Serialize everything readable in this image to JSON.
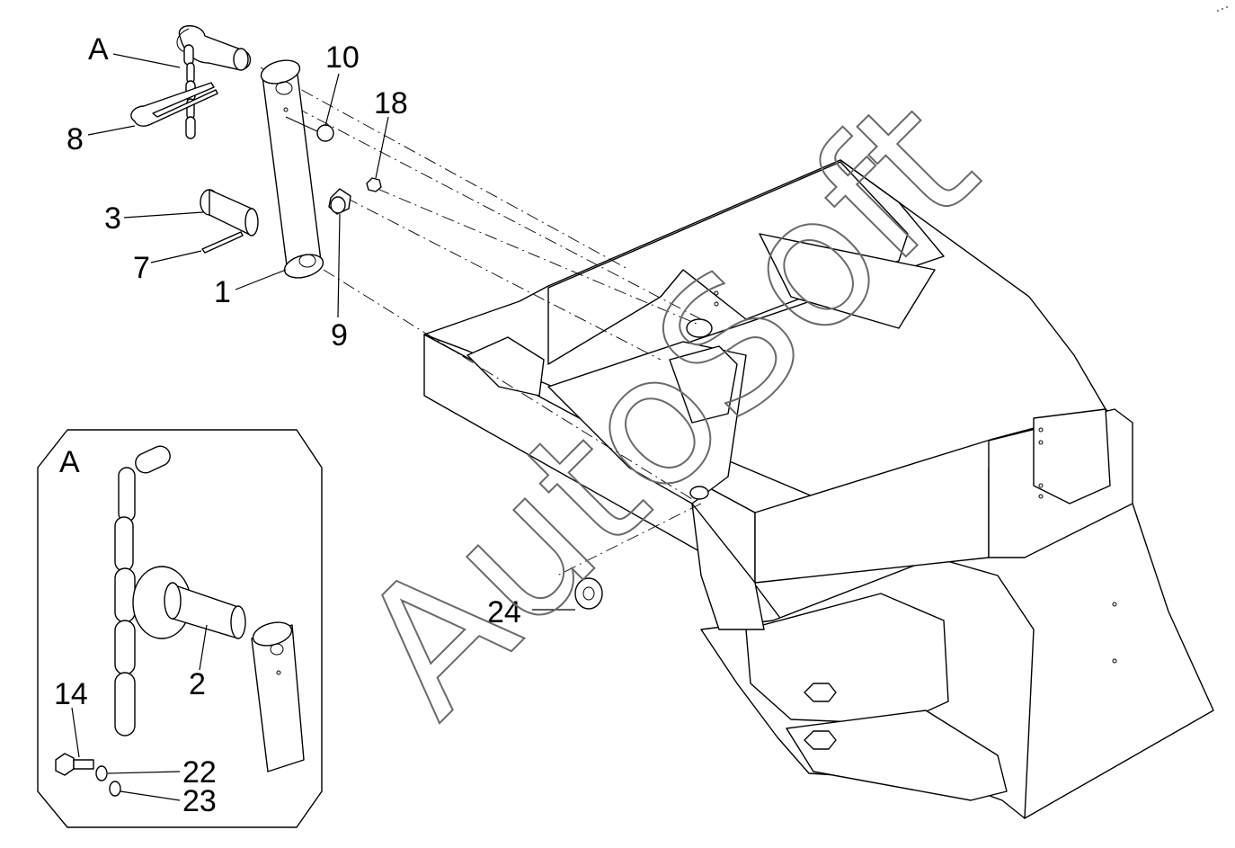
{
  "watermark": "AutoSoft",
  "callouts": {
    "c1": "1",
    "c2": "2",
    "c3": "3",
    "c7": "7",
    "c8": "8",
    "c9": "9",
    "c10": "10",
    "c14": "14",
    "c18": "18",
    "c22": "22",
    "c23": "23",
    "c24": "24"
  },
  "detail_ref": "A",
  "detail_box_title": "A"
}
